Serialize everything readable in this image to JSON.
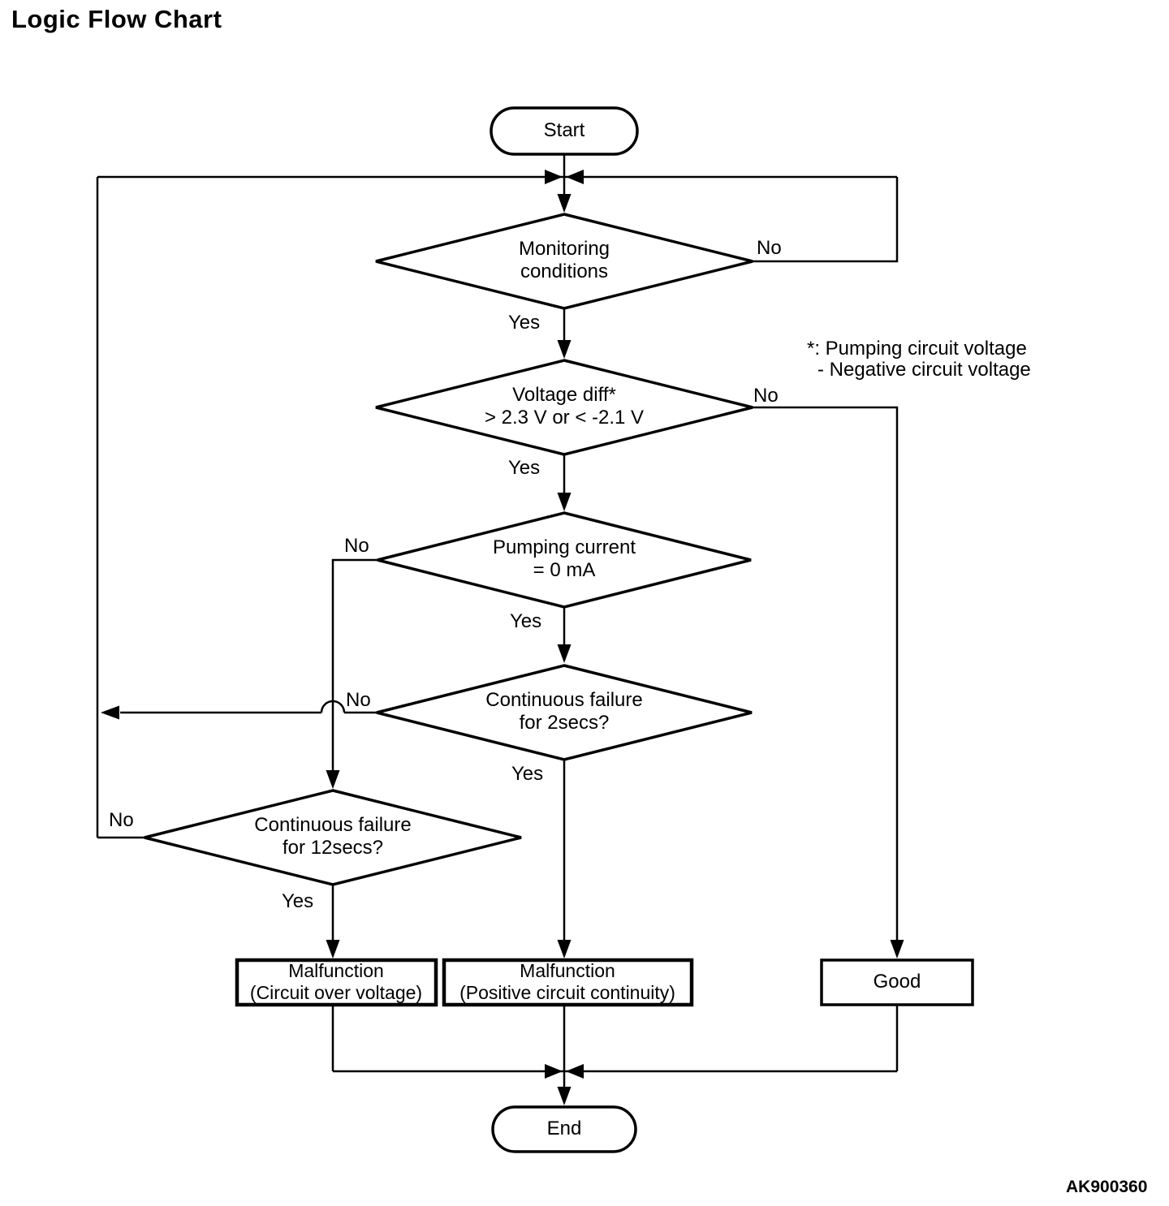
{
  "title": "Logic Flow Chart",
  "figure_code": "AK900360",
  "colors": {
    "ink": "#000000",
    "background": "#ffffff"
  },
  "footnote": {
    "line1": "*: Pumping circuit voltage",
    "line2": "- Negative circuit voltage"
  },
  "nodes": {
    "start": {
      "label": "Start"
    },
    "monitoring": {
      "line1": "Monitoring",
      "line2": "conditions",
      "yes_label": "Yes",
      "no_label": "No"
    },
    "voltage_diff": {
      "line1": "Voltage diff*",
      "line2": "> 2.3 V or < -2.1 V",
      "yes_label": "Yes",
      "no_label": "No"
    },
    "pumping_current": {
      "line1": "Pumping current",
      "line2": "= 0 mA",
      "yes_label": "Yes",
      "no_label": "No"
    },
    "failure_2secs": {
      "line1": "Continuous failure",
      "line2": "for 2secs?",
      "yes_label": "Yes",
      "no_label": "No"
    },
    "failure_12secs": {
      "line1": "Continuous failure",
      "line2": "for 12secs?",
      "yes_label": "Yes",
      "no_label": "No"
    },
    "malfunction_over_voltage": {
      "line1": "Malfunction",
      "line2": "(Circuit over voltage)"
    },
    "malfunction_continuity": {
      "line1": "Malfunction",
      "line2": "(Positive circuit continuity)"
    },
    "good": {
      "label": "Good"
    },
    "end": {
      "label": "End"
    }
  },
  "edges": [
    {
      "from": "start",
      "to": "monitoring",
      "label": ""
    },
    {
      "from": "monitoring",
      "to": "voltage_diff",
      "label": "Yes"
    },
    {
      "from": "monitoring",
      "to": "monitoring",
      "label": "No"
    },
    {
      "from": "voltage_diff",
      "to": "pumping_current",
      "label": "Yes"
    },
    {
      "from": "voltage_diff",
      "to": "good",
      "label": "No"
    },
    {
      "from": "pumping_current",
      "to": "failure_2secs",
      "label": "Yes"
    },
    {
      "from": "pumping_current",
      "to": "failure_12secs",
      "label": "No"
    },
    {
      "from": "failure_2secs",
      "to": "malfunction_continuity",
      "label": "Yes"
    },
    {
      "from": "failure_2secs",
      "to": "monitoring",
      "label": "No"
    },
    {
      "from": "failure_12secs",
      "to": "malfunction_over_voltage",
      "label": "Yes"
    },
    {
      "from": "failure_12secs",
      "to": "monitoring",
      "label": "No"
    },
    {
      "from": "malfunction_over_voltage",
      "to": "end",
      "label": ""
    },
    {
      "from": "malfunction_continuity",
      "to": "end",
      "label": ""
    },
    {
      "from": "good",
      "to": "end",
      "label": ""
    }
  ]
}
